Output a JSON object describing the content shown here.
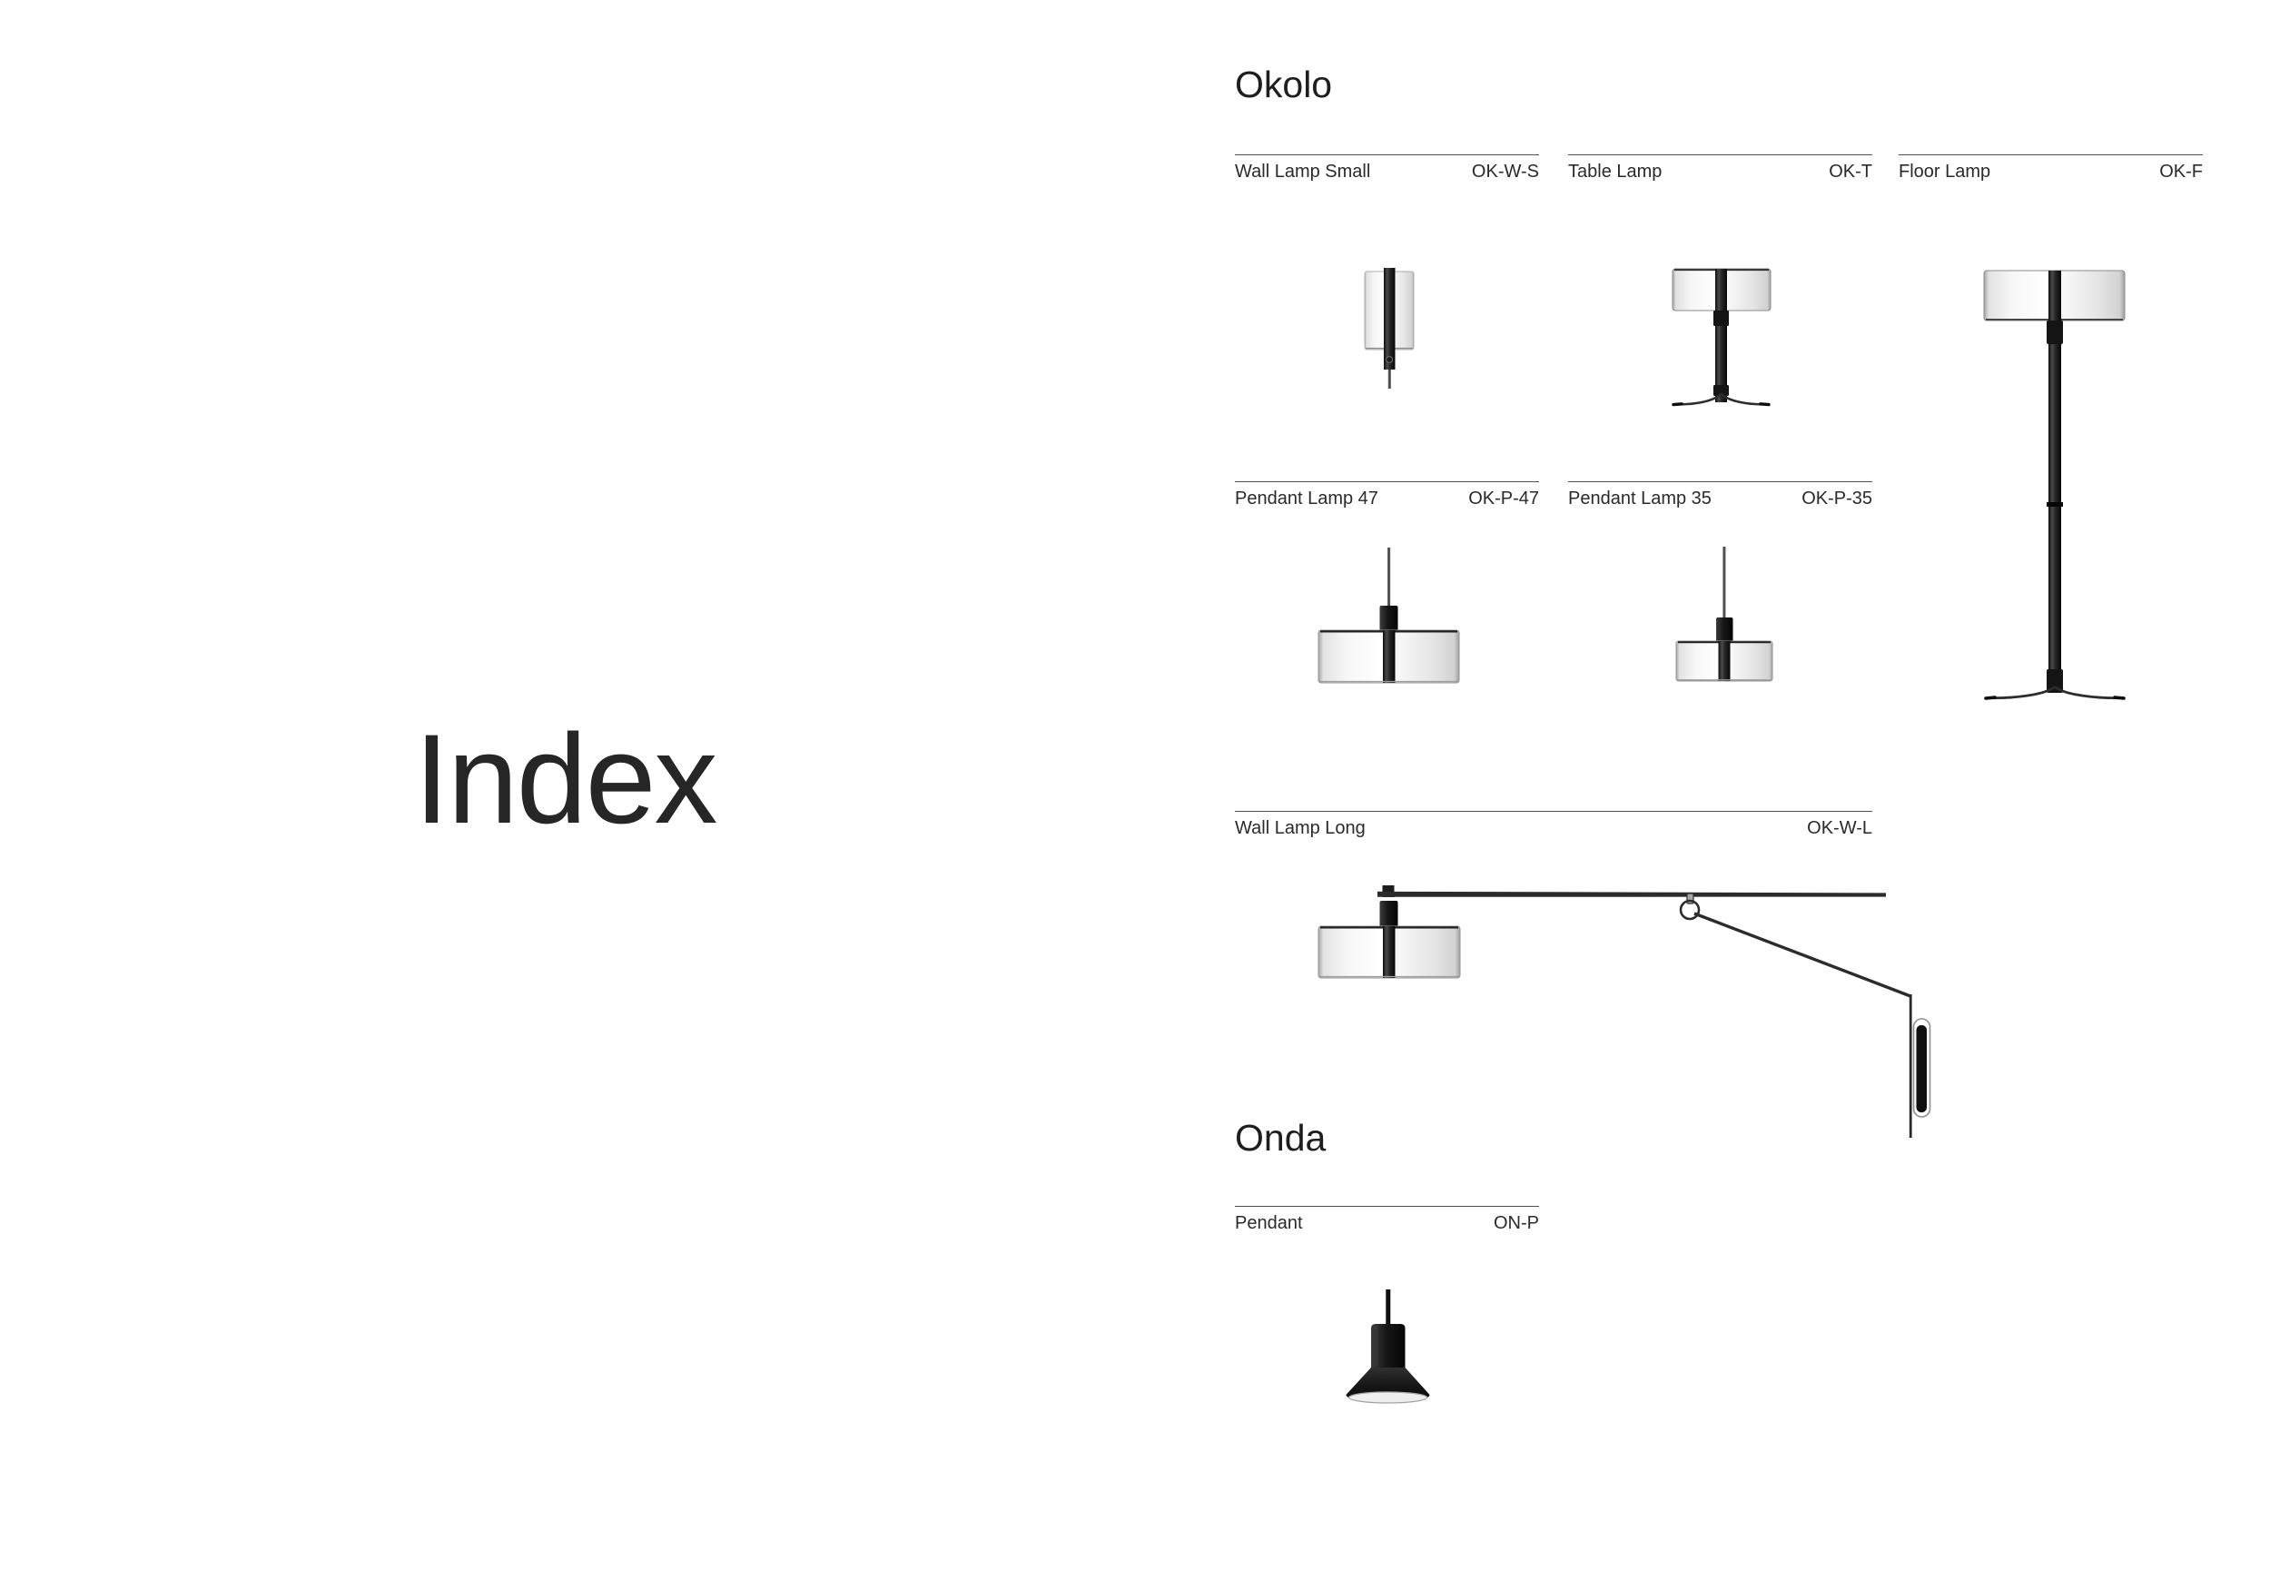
{
  "page": {
    "left_page_title": "Index"
  },
  "sections": [
    {
      "title": "Okolo",
      "items": [
        {
          "label": "Wall Lamp Small",
          "code": "OK-W-S",
          "illustration": "wall-lamp-small"
        },
        {
          "label": "Table Lamp",
          "code": "OK-T",
          "illustration": "table-lamp"
        },
        {
          "label": "Floor Lamp",
          "code": "OK-F",
          "illustration": "floor-lamp"
        },
        {
          "label": "Pendant Lamp 47",
          "code": "OK-P-47",
          "illustration": "pendant-lamp-47"
        },
        {
          "label": "Pendant Lamp 35",
          "code": "OK-P-35",
          "illustration": "pendant-lamp-35"
        },
        {
          "label": "Wall Lamp Long",
          "code": "OK-W-L",
          "illustration": "wall-lamp-long"
        }
      ]
    },
    {
      "title": "Onda",
      "items": [
        {
          "label": "Pendant",
          "code": "ON-P",
          "illustration": "onda-pendant"
        }
      ]
    }
  ],
  "colors": {
    "background": "#ffffff",
    "text": "#262626",
    "rule": "#4f4f4f",
    "lamp_black": "#141414",
    "shade_white": "#f7f7f7"
  }
}
